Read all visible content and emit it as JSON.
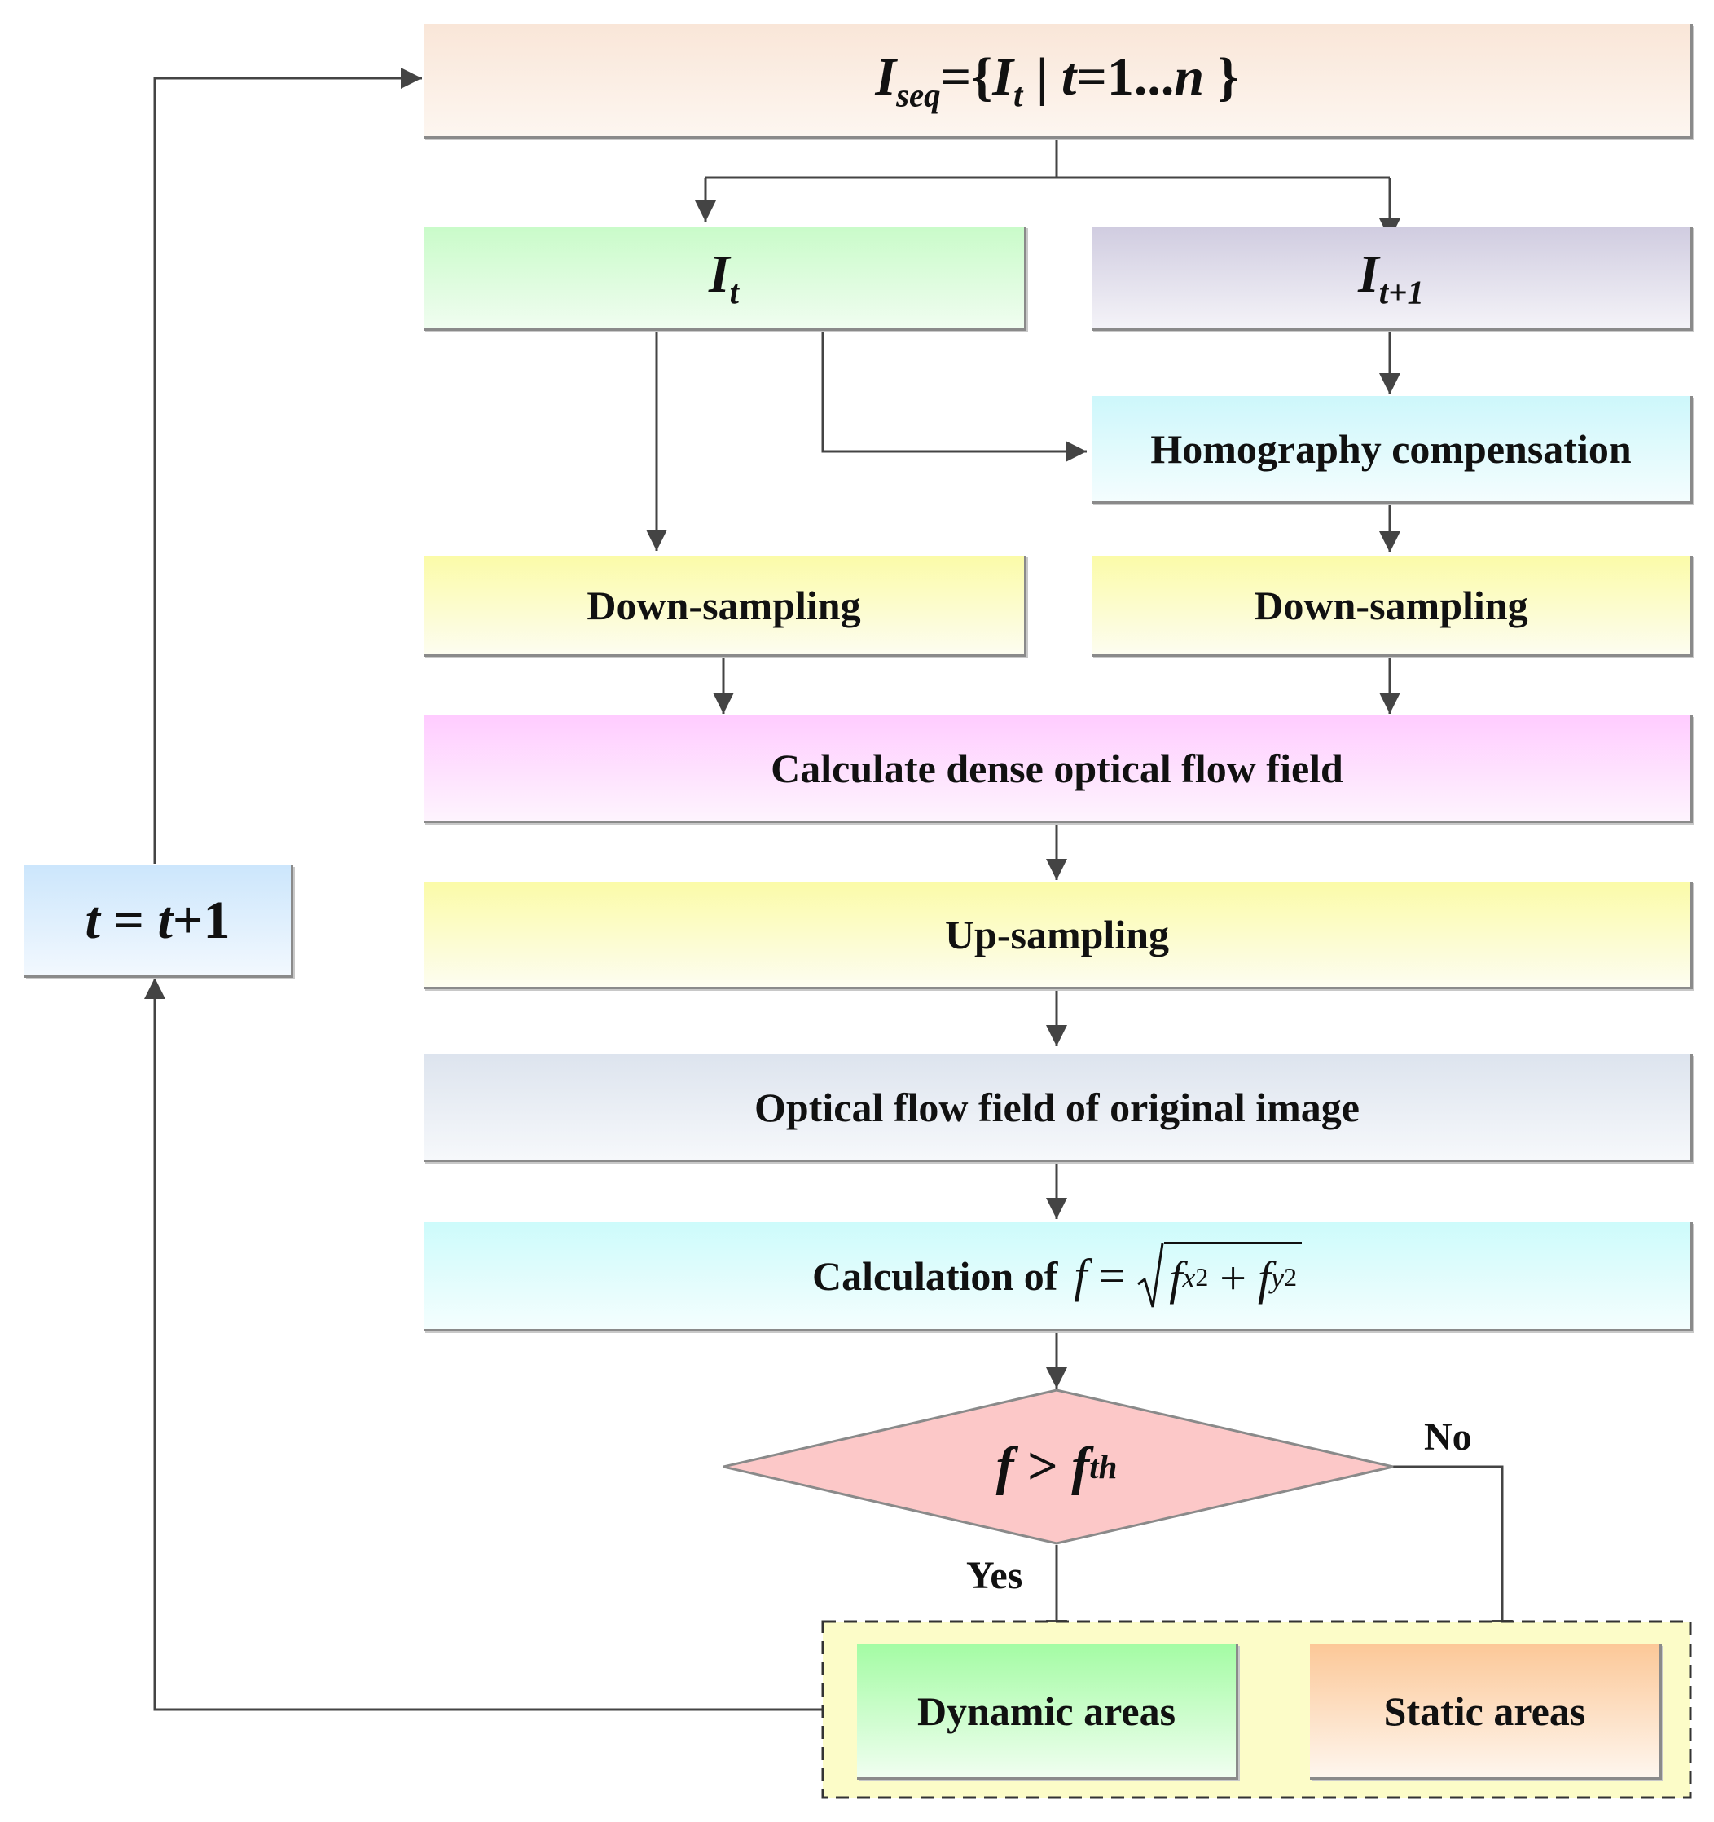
{
  "nodes": {
    "sequence": {
      "I": "I",
      "seq": "seq",
      "eq_open": "={",
      "It": "I",
      "t": "t",
      "bar": " | ",
      "t2": "t",
      "range": "=1...",
      "n": "n",
      "close": " }"
    },
    "frame_t": {
      "I": "I",
      "sub": "t"
    },
    "frame_t1": {
      "I": "I",
      "sub": "t+1"
    },
    "homography": "Homography compensation",
    "downsample_left": "Down-sampling",
    "downsample_right": "Down-sampling",
    "dense_flow": "Calculate dense optical flow field",
    "upsampling": "Up-sampling",
    "flow_original": "Optical flow field of original image",
    "magnitude": {
      "label": "Calculation of",
      "f": "f",
      "eq": "=",
      "fx": "f",
      "x": "x",
      "pow1": "2",
      "plus": "+",
      "fy": "f",
      "y": "y",
      "pow2": "2"
    },
    "decision": {
      "f": "f",
      "gt": " > ",
      "fth": "f",
      "th": "th"
    },
    "dynamic": "Dynamic areas",
    "static": "Static areas",
    "increment": {
      "t": "t",
      "eq": " = ",
      "t2": "t",
      "plus1": "+1"
    }
  },
  "edge_labels": {
    "yes": "Yes",
    "no": "No"
  },
  "colors": {
    "sequence": "#f9e6d8",
    "frame_t": "#c9fbc9",
    "frame_t1": "#d0cce0",
    "homography": "#cdf7fb",
    "downsample": "#fbfba8",
    "dense_flow": "#ffccff",
    "upsampling": "#fbfba8",
    "flow_original": "#dde4ee",
    "magnitude": "#cdfbfb",
    "decision": "#fcc8c8",
    "dynamic": "#a4fca4",
    "static": "#fcc898",
    "group": "#fcfcc8",
    "increment": "#cce6fc",
    "wire": "#444444"
  }
}
